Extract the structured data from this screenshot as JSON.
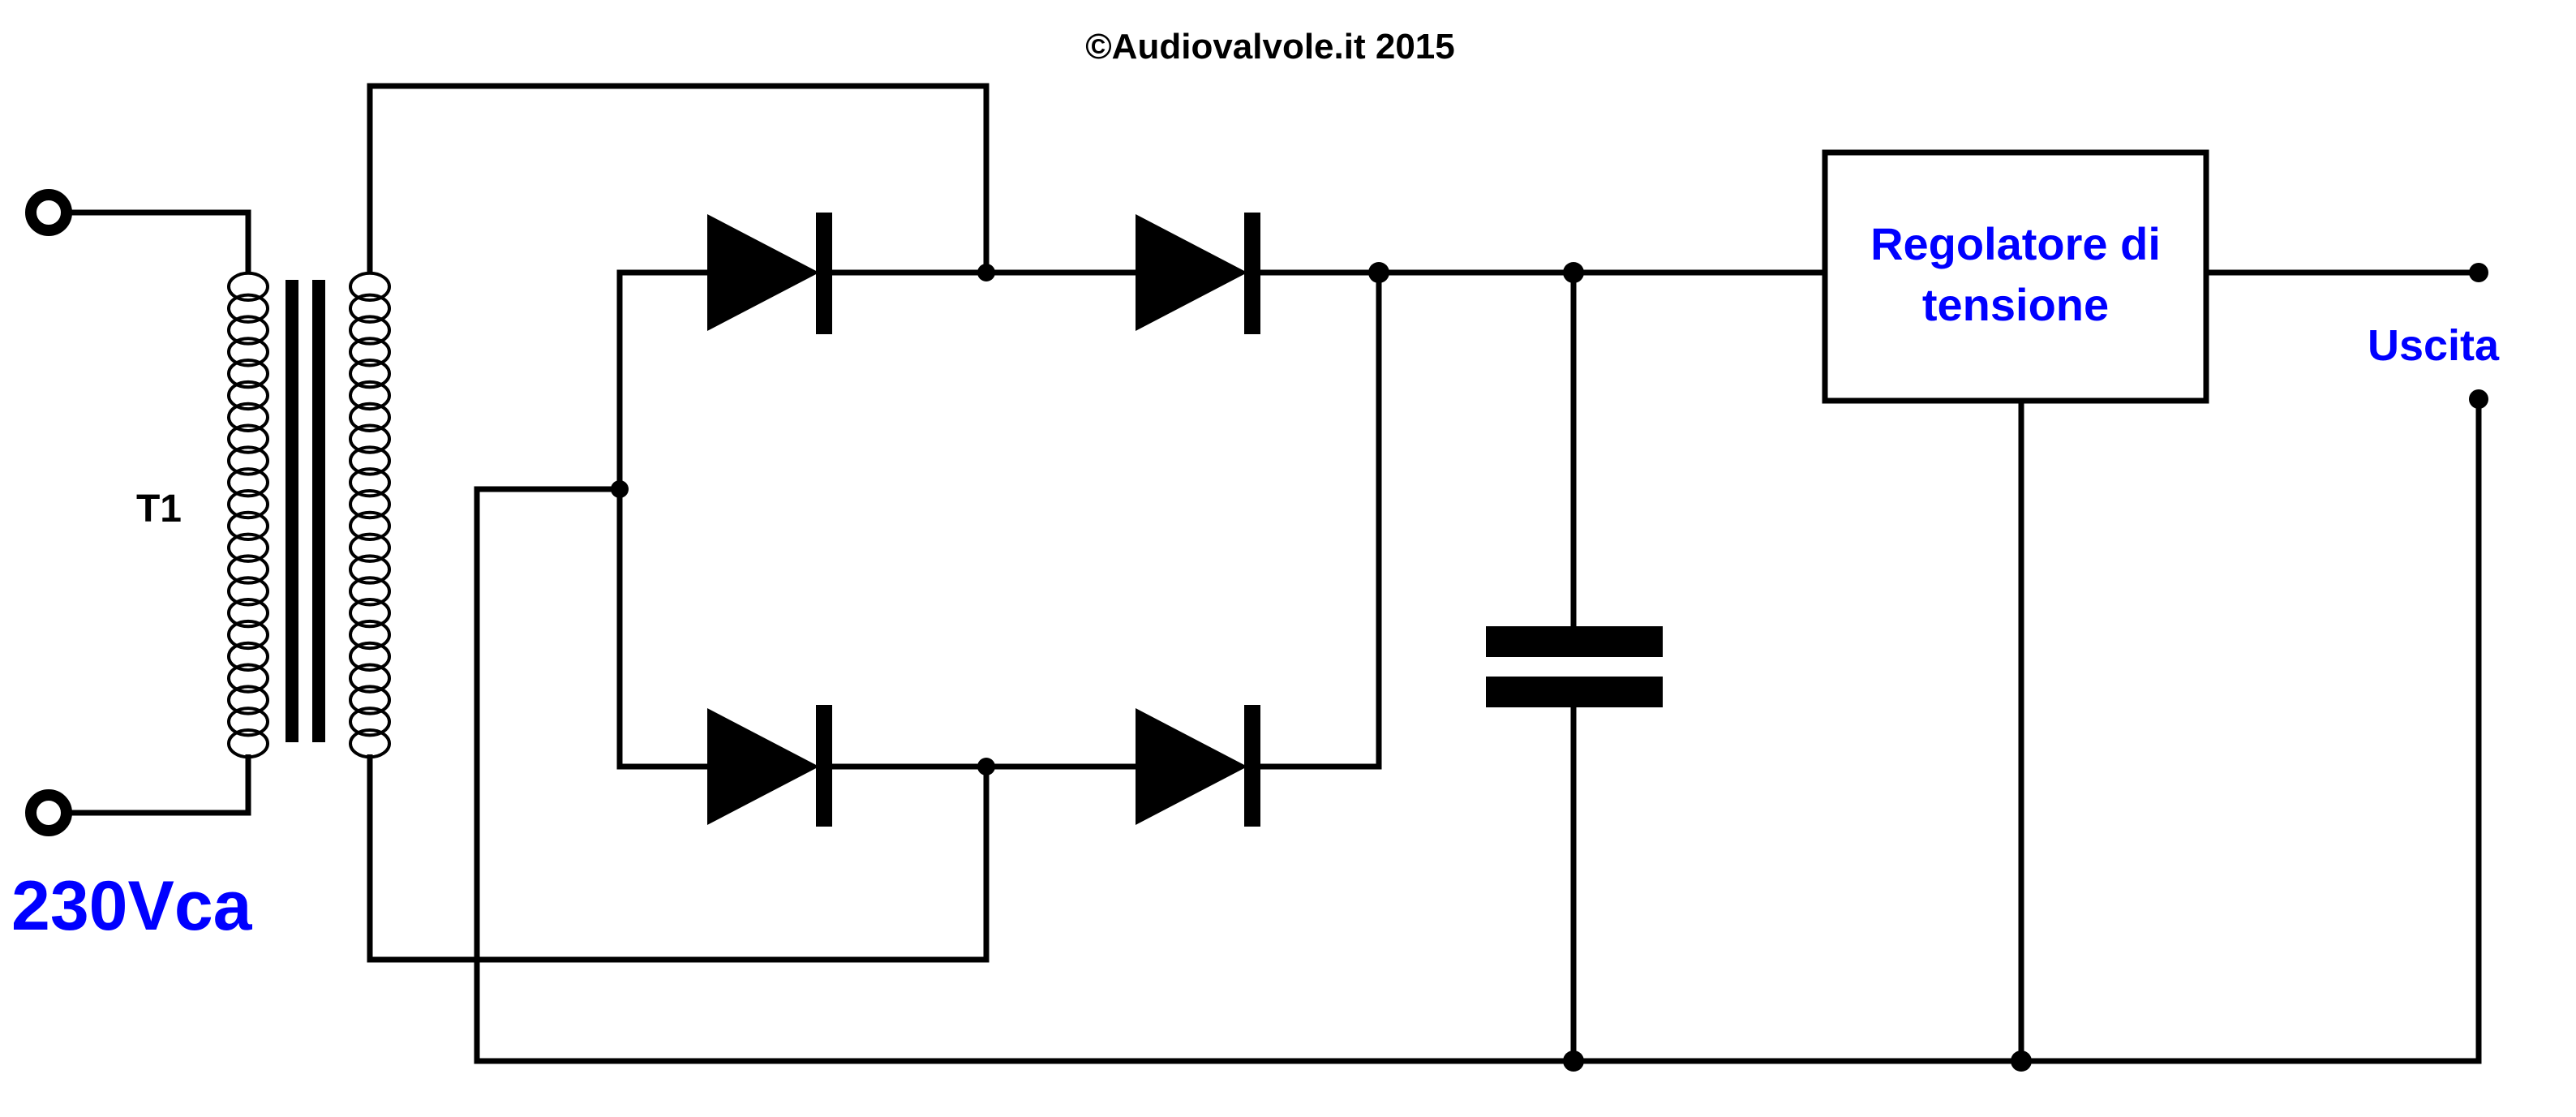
{
  "copyright": "©Audiovalvole.it 2015",
  "transformer_label": "T1",
  "input_label": "230Vca",
  "regulator_label_line1": "Regolatore di",
  "regulator_label_line2": "tensione",
  "output_label": "Uscita",
  "colors": {
    "wire": "#000000",
    "label_accent": "#0000ff",
    "label_plain": "#000000",
    "background": "#ffffff"
  }
}
